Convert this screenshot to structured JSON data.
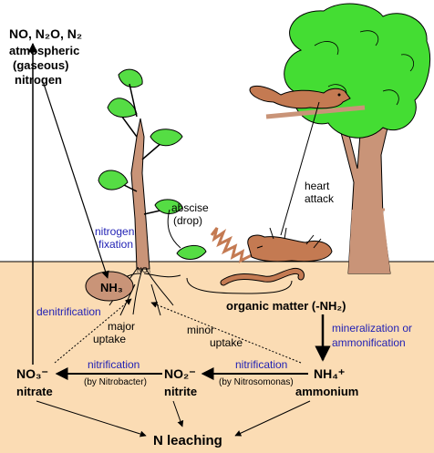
{
  "atmosphere": {
    "gases_line": "NO, N₂O, N₂",
    "line2": "atmospheric",
    "line3": "(gaseous)",
    "line4": "nitrogen"
  },
  "annotations": {
    "heart_line1": "heart",
    "heart_line2": "attack",
    "abscise_line1": "abscise",
    "abscise_line2": "(drop)"
  },
  "processes": {
    "fixation_line1": "nitrogen",
    "fixation_line2": "fixation",
    "denitrification": "denitrification",
    "mineralization_line1": "mineralization or",
    "mineralization_line2": "ammonification",
    "nitrification_left": "nitrification",
    "nitrobacter": "(by Nitrobacter)",
    "nitrification_right": "nitrification",
    "nitrosomonas": "(by Nitrosomonas)"
  },
  "uptake": {
    "major_line1": "major",
    "major_line2": "uptake",
    "minor_line1": "minor",
    "minor_line2": "uptake"
  },
  "pools": {
    "nh3": "NH₃",
    "no3_small": "NO₃",
    "organic_matter": "organic matter (-NH₂)",
    "nitrate_formula": "NO₃⁻",
    "nitrate": "nitrate",
    "nitrite_formula": "NO₂⁻",
    "nitrite": "nitrite",
    "ammonium_formula": "NH₄⁺",
    "ammonium": "ammonium",
    "leaching": "N leaching"
  },
  "colors": {
    "soil": "#fbdcb4",
    "leaf": "#55dd44",
    "tree_canopy": "#44dd33",
    "trunk": "#c99478",
    "animal": "#c47a52",
    "process_text": "#1f1fb4"
  }
}
